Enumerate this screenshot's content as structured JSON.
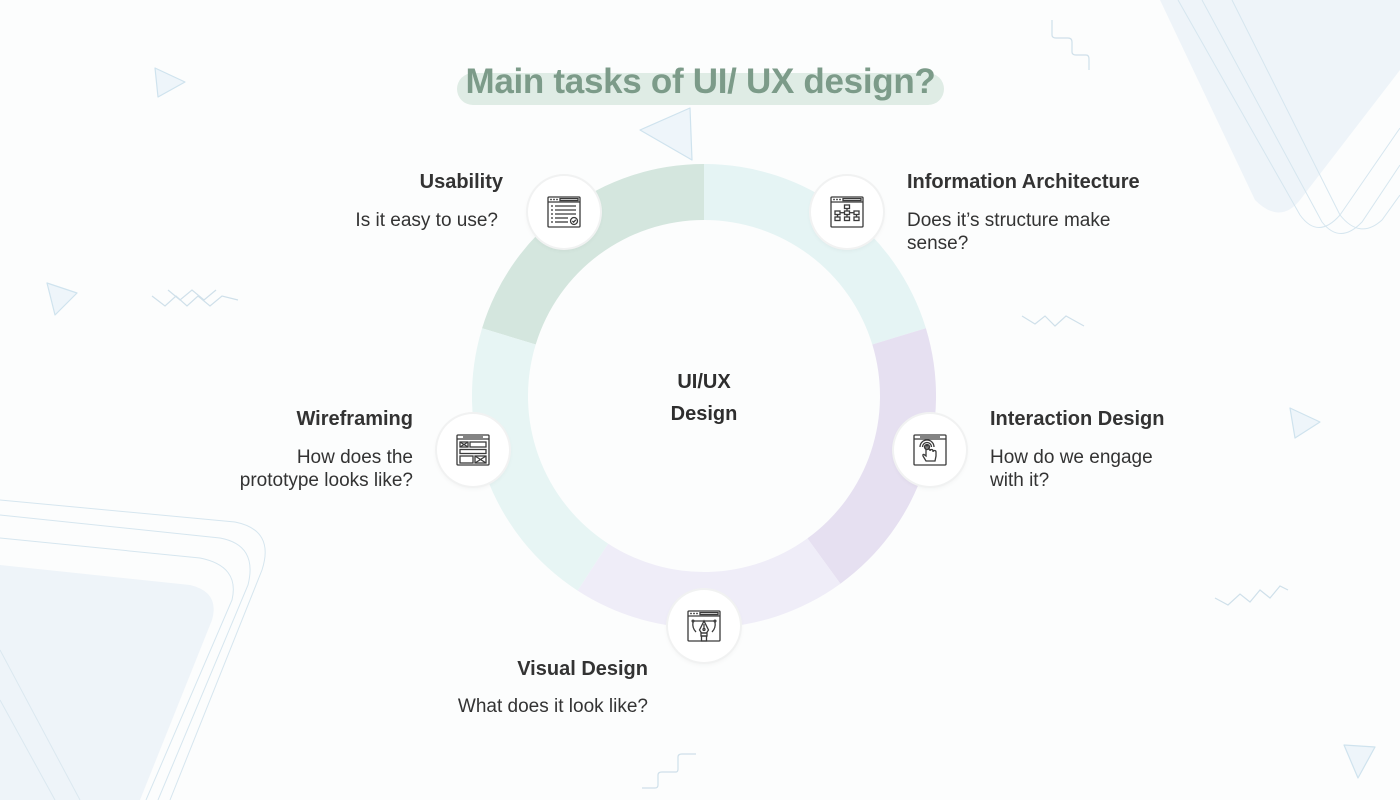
{
  "title": "Main tasks of UI/ UX design?",
  "center": {
    "line1": "UI/UX",
    "line2": "Design"
  },
  "tasks": [
    {
      "id": "usability",
      "title": "Usability",
      "description": "Is it easy to use?",
      "icon": "checklist-window-icon",
      "segment_color": "#d4e6de"
    },
    {
      "id": "information-architecture",
      "title": "Information Architecture",
      "description": "Does it’s structure make sense?",
      "icon": "sitemap-window-icon",
      "segment_color": "#e5f4f4"
    },
    {
      "id": "interaction-design",
      "title": "Interaction Design",
      "description": "How do we engage with it?",
      "icon": "touch-window-icon",
      "segment_color": "#e6e0f1"
    },
    {
      "id": "visual-design",
      "title": "Visual Design",
      "description": "What does it look like?",
      "icon": "pen-tool-window-icon",
      "segment_color": "#efedf8"
    },
    {
      "id": "wireframing",
      "title": "Wireframing",
      "description": "How does the prototype looks like?",
      "icon": "wireframe-window-icon",
      "segment_color": "#e7f5f4"
    }
  ],
  "colors": {
    "title_text": "#7c9b89",
    "title_highlight": "#dfece5",
    "body_text": "#333333",
    "decor_line": "#cfe3ee",
    "decor_fill": "#eef5fa"
  }
}
